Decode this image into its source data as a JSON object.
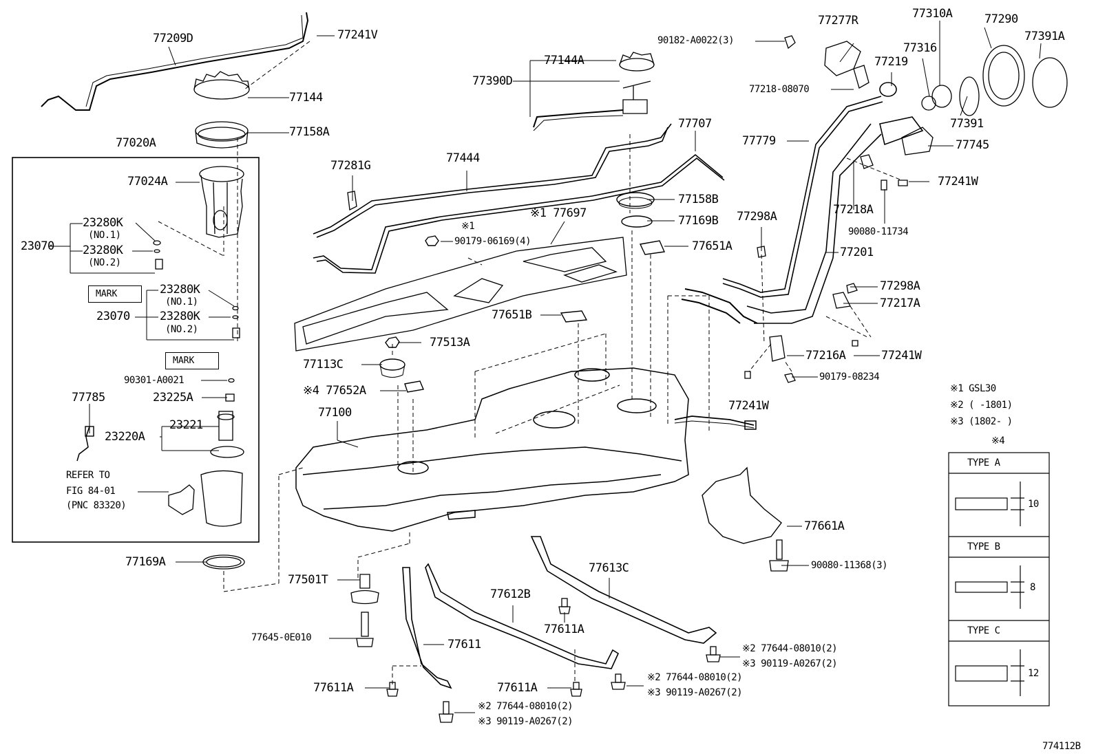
{
  "diagram_id": "774112B",
  "notes": {
    "n1": "※1 GSL30",
    "n2": "※2 (      -1801)",
    "n3": "※3 (1802-      )",
    "n4": "※4"
  },
  "type_table": [
    {
      "type": "TYPE  A",
      "dim": "10"
    },
    {
      "type": "TYPE  B",
      "dim": "8"
    },
    {
      "type": "TYPE  C",
      "dim": "12"
    }
  ],
  "mark_label": "MARK",
  "labels": {
    "l77209D": "77209D",
    "l77241V": "77241V",
    "l77144": "77144",
    "l77158A": "77158A",
    "l77020A": "77020A",
    "l77024A": "77024A",
    "l23280K_a": "23280K",
    "l_no1_a": "(NO.1)",
    "l23070_a": "23070",
    "l23280K_b": "23280K",
    "l_no2_a": "(NO.2)",
    "l23280K_c": "23280K",
    "l_no1_b": "(NO.1)",
    "l23070_b": "23070",
    "l23280K_d": "23280K",
    "l_no2_b": "(NO.2)",
    "l90301": "90301-A0021",
    "l23225A": "23225A",
    "l77785": "77785",
    "l23221": "23221",
    "l23220A": "23220A",
    "lrefer1": "REFER TO",
    "lrefer2": "FIG 84-01",
    "lrefer3": "(PNC 83320)",
    "l77169A": "77169A",
    "l77390D": "77390D",
    "l77144A": "77144A",
    "l90182": "90182-A0022(3)",
    "l77277R": "77277R",
    "l77218_08070": "77218-08070",
    "l77310A": "77310A",
    "l77290": "77290",
    "l77391A": "77391A",
    "l77316": "77316",
    "l77219": "77219",
    "l77391": "77391",
    "l77707": "77707",
    "l77779": "77779",
    "l77745": "77745",
    "l77281G": "77281G",
    "l77444": "77444",
    "l77241W_a": "77241W",
    "l77218A": "77218A",
    "l90080_11734": "90080-11734",
    "l77158B": "77158B",
    "l77697": "※1 77697",
    "l77298A_a": "77298A",
    "l77169B": "77169B",
    "l90179_06169_n": "※1",
    "l90179_06169": "90179-06169(4)",
    "l77651A": "77651A",
    "l77201": "77201",
    "l77298A_b": "77298A",
    "l77217A": "77217A",
    "l77651B": "77651B",
    "l77513A": "77513A",
    "l77216A": "77216A",
    "l77241W_b": "77241W",
    "l77113C": "77113C",
    "l90179_08234": "90179-08234",
    "l77652A": "※4 77652A",
    "l77241W_c": "77241W",
    "l77100": "77100",
    "l77661A": "77661A",
    "l90080_11368": "90080-11368(3)",
    "l77501T": "77501T",
    "l77613C": "77613C",
    "l77612B": "77612B",
    "l77645": "77645-0E010",
    "l77611A_a": "77611A",
    "l77611": "77611",
    "l77644_a": "※2 77644-08010(2)",
    "l90119_a": "※3 90119-A0267(2)",
    "l77611A_b": "77611A",
    "l77611A_c": "77611A",
    "l77644_b": "※2 77644-08010(2)",
    "l90119_b": "※3 90119-A0267(2)",
    "l77644_c": "※2 77644-08010(2)",
    "l90119_c": "※3 90119-A0267(2)"
  }
}
